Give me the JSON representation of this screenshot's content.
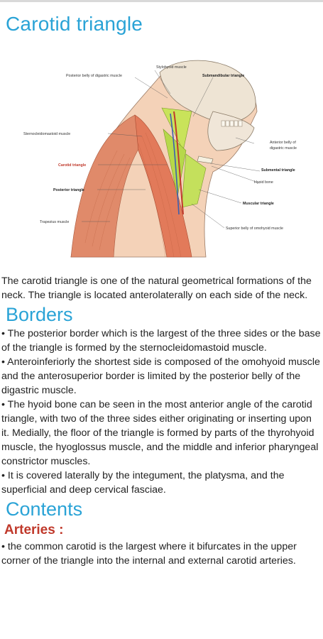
{
  "page": {
    "title": "Carotid triangle"
  },
  "figure": {
    "labels": {
      "stylohyoid": "Stylohyoid muscle",
      "posterior_belly": "Posterior belly of digastric muscle",
      "submandibular": "Submandibular triangle",
      "sternocleidomastoid": "Sternocleidomastoid muscle",
      "anterior_belly": "Anterior belly of",
      "anterior_belly_2": "digastric muscle",
      "carotid": "Carotid triangle",
      "submental": "Submental triangle",
      "hyoid": "Hyoid bone",
      "posterior_triangle": "Posterior triangle",
      "muscular": "Muscular triangle",
      "trapezius": "Trapezius muscle",
      "superior_belly": "Superior belly of omohyoid muscle"
    }
  },
  "intro": "The carotid triangle is one of the natural geometrical formations of the neck. The triangle is located anterolaterally on each side of the neck.",
  "borders": {
    "heading": "Borders",
    "items": [
      "• The posterior border which is the largest of the three sides or the base of the triangle is formed by the sternocleidomastoid muscle.",
      "• Anteroinferiorly the shortest side is composed of the omohyoid muscle and the anterosuperior border is limited by the posterior belly of the digastric muscle.",
      "• The hyoid bone can be seen in the most anterior angle of the carotid triangle, with two of the three sides either originating or inserting upon it. Medially, the floor of the triangle is formed by parts of the thyrohyoid muscle, the hyoglossus muscle, and the middle and inferior pharyngeal constrictor muscles.",
      "• It is covered laterally by the integument, the platysma, and the superficial and deep cervical fasciae."
    ]
  },
  "contents": {
    "heading": "Contents",
    "arteries_heading": "Arteries :",
    "arteries_items": [
      "• the common carotid is the largest where it bifurcates in the upper corner of the triangle into the internal and external carotid arteries."
    ]
  }
}
